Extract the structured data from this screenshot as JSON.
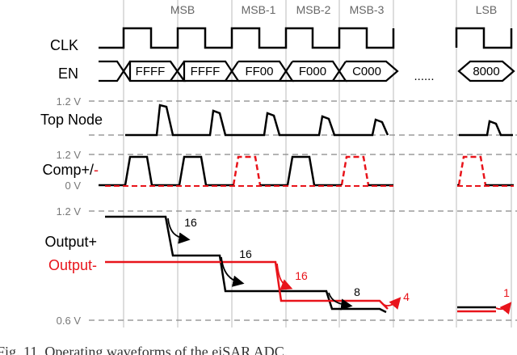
{
  "columns": [
    "MSB",
    "MSB-1",
    "MSB-2",
    "MSB-3",
    "LSB"
  ],
  "signals": {
    "clk": "CLK",
    "en": "EN",
    "top_node": "Top Node",
    "comp_main": "Comp+/",
    "comp_minus": "-",
    "output_plus": "Output+",
    "output_minus": "Output-"
  },
  "voltages": {
    "high": "1.2 V",
    "zero": "0 V",
    "low": "0.6 V"
  },
  "en_values": [
    "FFFF",
    "FFFF",
    "FF00",
    "F000",
    "C000",
    "8000"
  ],
  "ellipsis": "......",
  "steps": {
    "s1": "16",
    "s2": "16",
    "s2_red": "16",
    "s3": "8",
    "s3_red": "4",
    "lsb_red": "1"
  },
  "caption": "Fig. 11.    Operating waveforms of the eiSAR ADC.",
  "colors": {
    "output_minus": "#e8141b",
    "comp_minus": "#e8141b",
    "grid": "#bbbbbb",
    "dashed_ref": "#888888"
  }
}
